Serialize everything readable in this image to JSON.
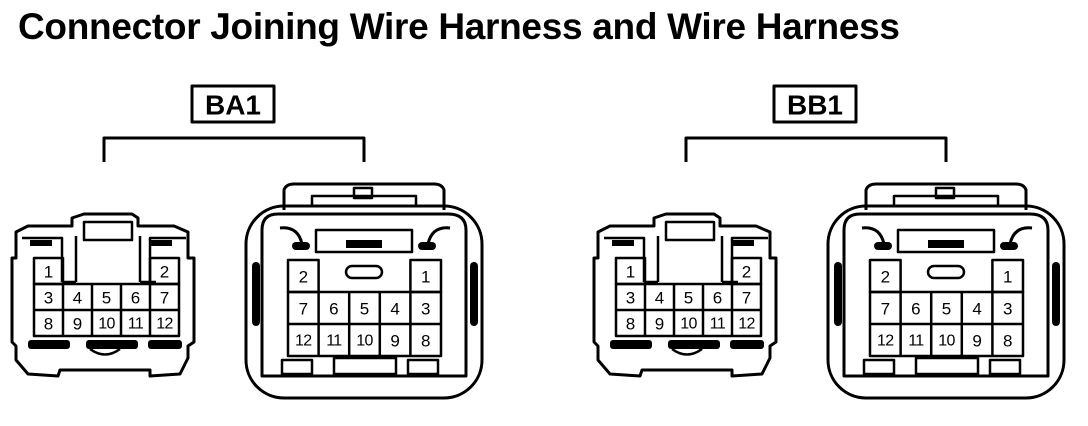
{
  "title": "Connector Joining Wire Harness and Wire Harness",
  "groups": [
    {
      "label": "BA1",
      "small_connector": {
        "rows": [
          [
            "1",
            "",
            "",
            "",
            "2"
          ],
          [
            "3",
            "4",
            "5",
            "6",
            "7"
          ],
          [
            "8",
            "9",
            "10",
            "11",
            "12"
          ]
        ]
      },
      "large_connector": {
        "rows": [
          [
            "2",
            "",
            "",
            "",
            "1"
          ],
          [
            "7",
            "6",
            "5",
            "4",
            "3"
          ],
          [
            "12",
            "11",
            "10",
            "9",
            "8"
          ]
        ]
      }
    },
    {
      "label": "BB1",
      "small_connector": {
        "rows": [
          [
            "1",
            "",
            "",
            "",
            "2"
          ],
          [
            "3",
            "4",
            "5",
            "6",
            "7"
          ],
          [
            "8",
            "9",
            "10",
            "11",
            "12"
          ]
        ]
      },
      "large_connector": {
        "rows": [
          [
            "2",
            "",
            "",
            "",
            "1"
          ],
          [
            "7",
            "6",
            "5",
            "4",
            "3"
          ],
          [
            "12",
            "11",
            "10",
            "9",
            "8"
          ]
        ]
      }
    }
  ]
}
